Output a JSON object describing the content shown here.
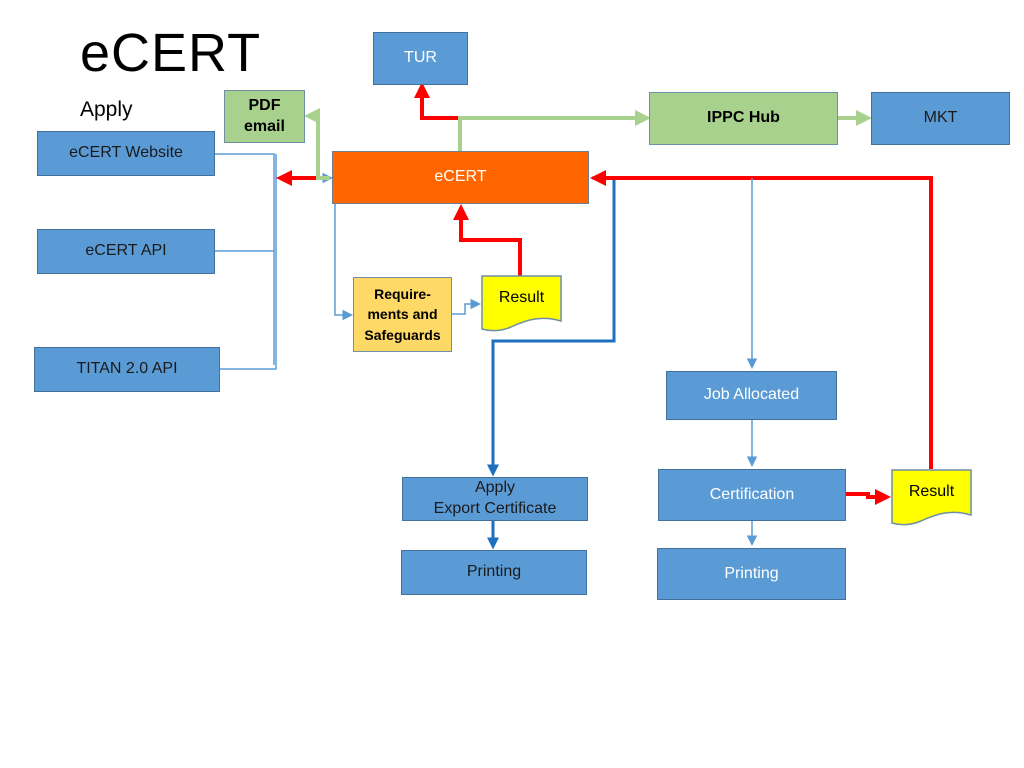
{
  "slide": {
    "title": "eCERT",
    "subtitle": "Apply"
  },
  "nodes": {
    "ecert_website": "eCERT Website",
    "ecert_api": "eCERT API",
    "titan_api": "TITAN 2.0 API",
    "pdf_email_line1": "PDF",
    "pdf_email_line2": "email",
    "tur": "TUR",
    "ecert": "eCERT",
    "ippc_hub": "IPPC Hub",
    "mkt": "MKT",
    "requirements_line1": "Require-",
    "requirements_line2": "ments and",
    "requirements_line3": "Safeguards",
    "result_1": "Result",
    "apply_line1": "Apply",
    "apply_line2": "Export Certificate",
    "printing_1": "Printing",
    "job_allocated": "Job Allocated",
    "certification": "Certification",
    "result_2": "Result",
    "printing_2": "Printing"
  },
  "colors": {
    "blue_box": "#5b9bd5",
    "green_box": "#a9d18e",
    "orange_box": "#ff6600",
    "amber_box": "#ffd966",
    "result_doc": "#ffff00",
    "red_arrow": "#ff0000",
    "dark_blue_arrow": "#1f6fbf",
    "light_blue_connector": "#5b9bd5",
    "green_arrow": "#a9d18e"
  }
}
